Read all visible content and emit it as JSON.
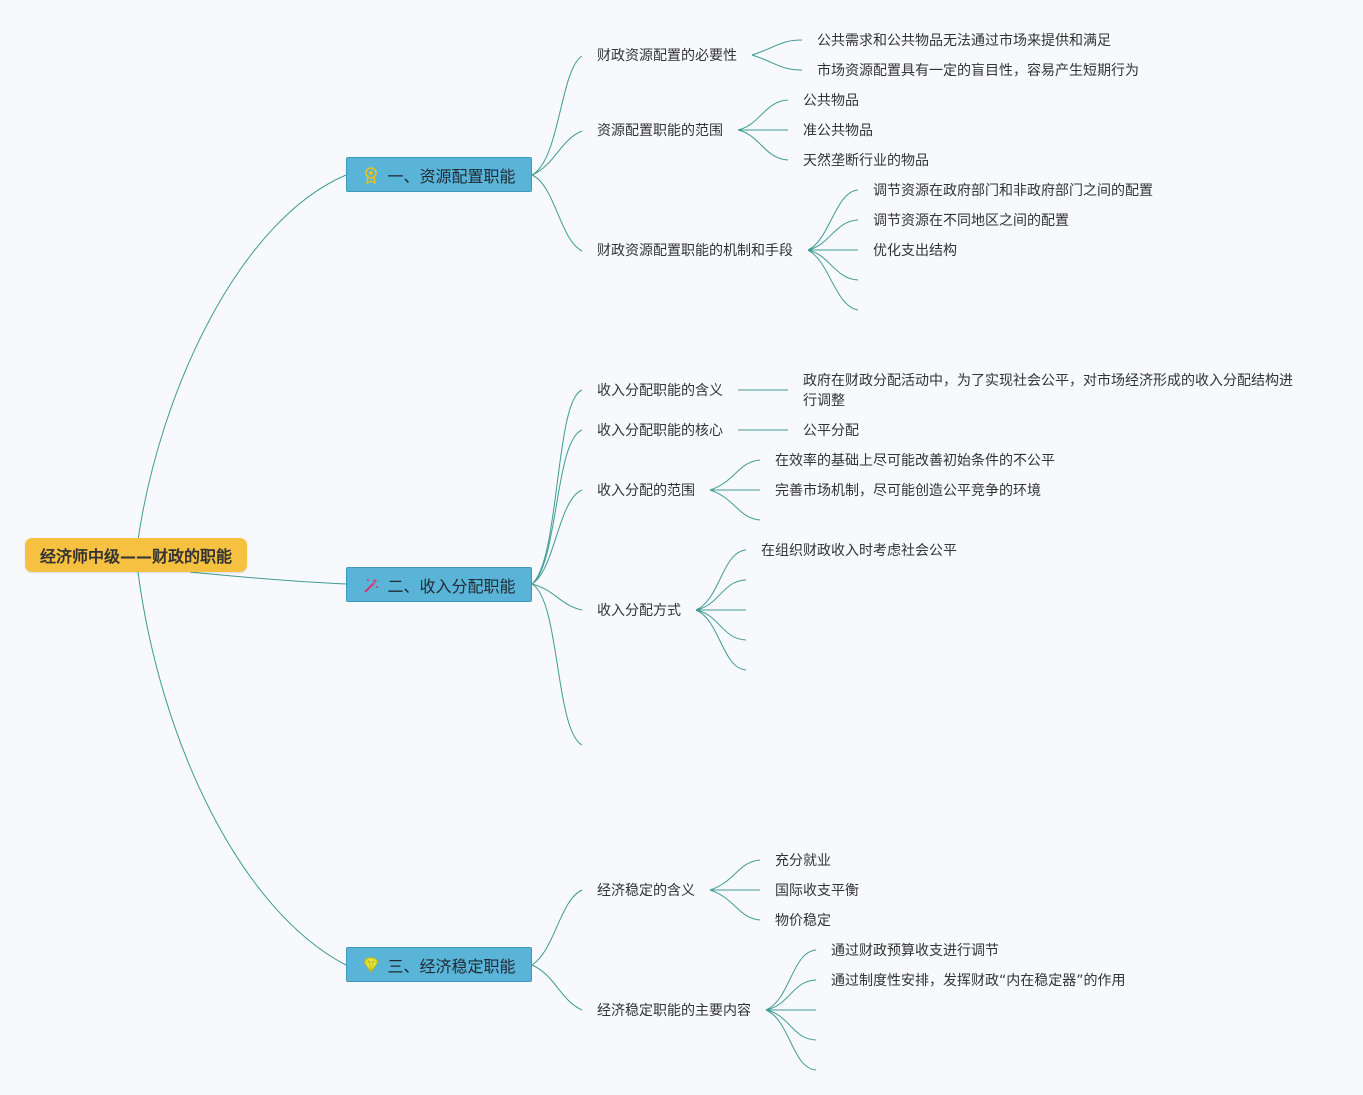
{
  "root": {
    "title": "经济师中级——财政的职能"
  },
  "branches": [
    {
      "title": "一、资源配置职能",
      "icon": "award-ribbon-icon",
      "children": [
        {
          "label": "财政资源配置的必要性",
          "items": [
            "公共需求和公共物品无法通过市场来提供和满足",
            "市场资源配置具有一定的盲目性，容易产生短期行为"
          ]
        },
        {
          "label": "资源配置职能的范围",
          "items": [
            "公共物品",
            "准公共物品",
            "天然垄断行业的物品"
          ]
        },
        {
          "label": "财政资源配置职能的机制和手段",
          "items": [
            "调节资源在政府部门和非政府部门之间的配置",
            "调节资源在不同地区之间的配置",
            "优化支出结构",
            "",
            ""
          ]
        }
      ]
    },
    {
      "title": "二、收入分配职能",
      "icon": "magic-wand-icon",
      "children": [
        {
          "label": "收入分配职能的含义",
          "items": [
            "政府在财政分配活动中，为了实现社会公平，对市场经济形成的收入分配结构进行调整"
          ]
        },
        {
          "label": "收入分配职能的核心",
          "items": [
            "公平分配"
          ]
        },
        {
          "label": "收入分配的范围",
          "items": [
            "在效率的基础上尽可能改善初始条件的不公平",
            "完善市场机制，尽可能创造公平竞争的环境",
            ""
          ]
        },
        {
          "label": "收入分配方式",
          "items": [
            "在组织财政收入时考虑社会公平",
            "",
            "",
            "",
            ""
          ]
        },
        {
          "label": "",
          "items": []
        }
      ]
    },
    {
      "title": "三、经济稳定职能",
      "icon": "diamond-icon",
      "children": [
        {
          "label": "经济稳定的含义",
          "items": [
            "充分就业",
            "国际收支平衡",
            "物价稳定"
          ]
        },
        {
          "label": "经济稳定职能的主要内容",
          "items": [
            "通过财政预算收支进行调节",
            "通过制度性安排，发挥财政“内在稳定器”的作用",
            "",
            "",
            ""
          ]
        }
      ]
    }
  ],
  "colors": {
    "root_fill": "#f6c141",
    "branch_fill": "#5ab4d8",
    "line": "#3f9c8f",
    "background": "#f8f9fd"
  }
}
